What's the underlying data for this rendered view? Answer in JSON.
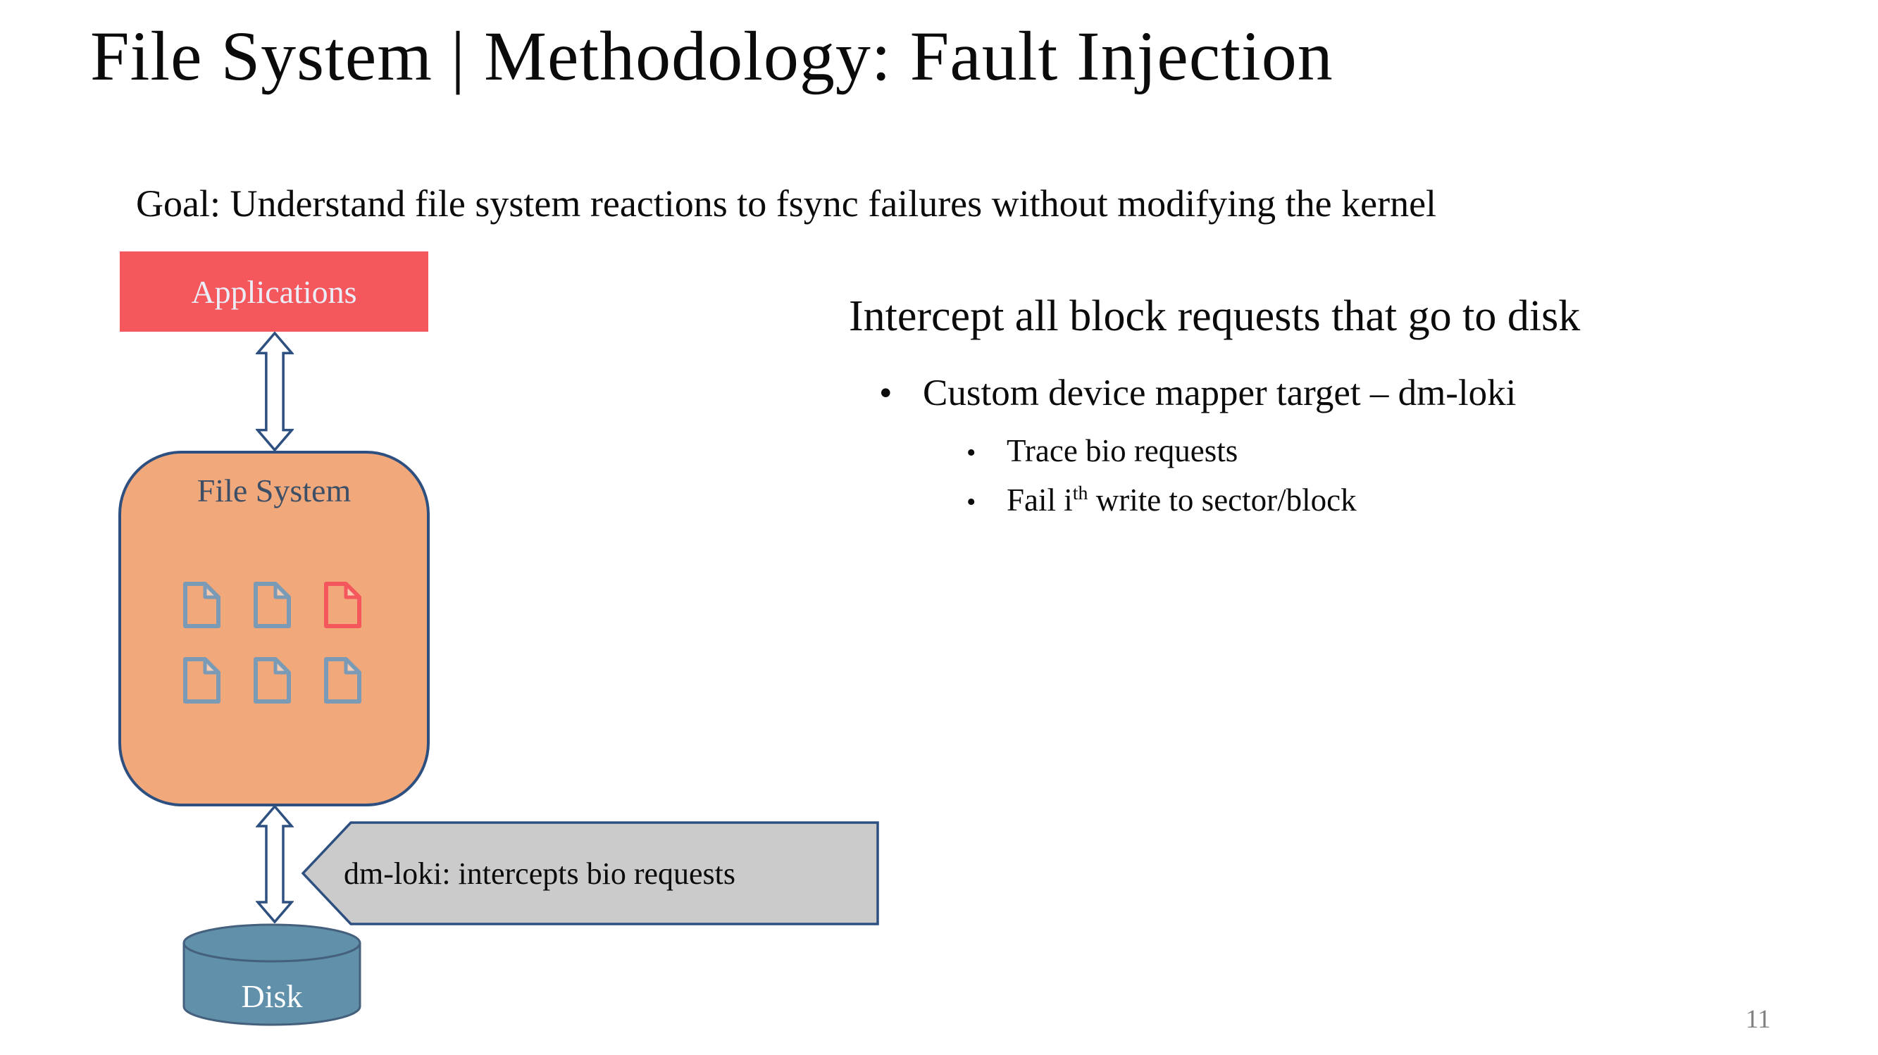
{
  "slide": {
    "title": "File System | Methodology: Fault Injection",
    "goal": "Goal: Understand file system reactions to fsync failures without modifying the kernel",
    "page_number": "11"
  },
  "diagram": {
    "applications_label": "Applications",
    "file_system_label": "File System",
    "disk_label": "Disk",
    "callout_label": "dm-loki: intercepts bio requests",
    "doc_icons": [
      {
        "color": "blue"
      },
      {
        "color": "blue"
      },
      {
        "color": "red"
      },
      {
        "color": "blue"
      },
      {
        "color": "blue"
      },
      {
        "color": "blue"
      }
    ]
  },
  "content": {
    "heading": "Intercept all block requests that go to disk",
    "bullet1": "Custom device mapper target – dm-loki",
    "sub1": "Trace bio requests",
    "sub2_prefix": "Fail i",
    "sub2_sup": "th",
    "sub2_suffix": " write to sector/block"
  },
  "colors": {
    "applications_fill": "#F4585C",
    "applications_text": "#EBEEF9",
    "file_system_fill": "#F1A87B",
    "file_system_text": "#3D4F66",
    "outline_blue": "#2E5080",
    "doc_blue": "#7B9AB5",
    "doc_red": "#F4585C",
    "callout_fill": "#CBCBCB",
    "disk_fill": "#6190AB",
    "disk_stroke": "#44607C",
    "page_number_color": "#808080"
  }
}
